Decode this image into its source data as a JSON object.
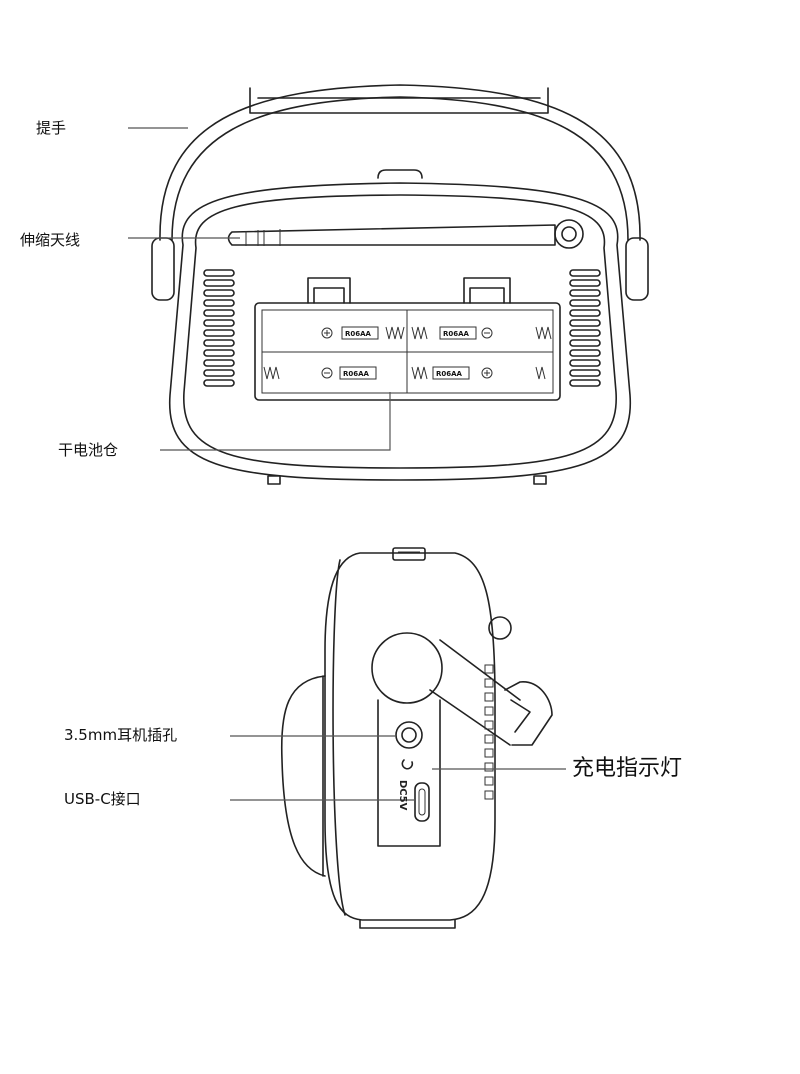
{
  "labels": {
    "handle": "提手",
    "antenna": "伸缩天线",
    "battery_compartment": "干电池仓",
    "headphone_jack": "3.5mm耳机插孔",
    "usb_c_port": "USB-C接口",
    "charge_indicator": "充电指示灯"
  },
  "battery_labels": [
    "R06AA",
    "R06AA",
    "R06AA",
    "R06AA"
  ],
  "side_port_label": "DC5V"
}
